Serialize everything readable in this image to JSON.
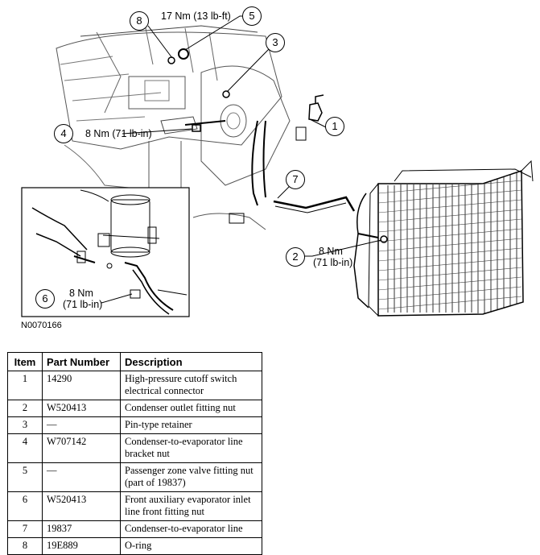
{
  "figure": {
    "id_label": "N0070166",
    "callouts": [
      {
        "key": "c1",
        "num": "1"
      },
      {
        "key": "c2",
        "num": "2"
      },
      {
        "key": "c3",
        "num": "3"
      },
      {
        "key": "c4",
        "num": "4"
      },
      {
        "key": "c5",
        "num": "5"
      },
      {
        "key": "c6",
        "num": "6"
      },
      {
        "key": "c7",
        "num": "7"
      },
      {
        "key": "c8",
        "num": "8"
      }
    ],
    "torques": {
      "t5": "17 Nm (13 lb-ft)",
      "t4": "8 Nm (71 lb-in)",
      "t2_line1": "8 Nm",
      "t2_line2": "(71 lb-in)",
      "t6_line1": "8 Nm",
      "t6_line2": "(71 lb-in)"
    }
  },
  "table": {
    "headers": {
      "item": "Item",
      "part": "Part Number",
      "desc": "Description"
    },
    "rows": [
      {
        "item": "1",
        "part": "14290",
        "desc": "High-pressure cutoff switch electrical connector"
      },
      {
        "item": "2",
        "part": "W520413",
        "desc": "Condenser outlet fitting nut"
      },
      {
        "item": "3",
        "part": "—",
        "desc": "Pin-type retainer"
      },
      {
        "item": "4",
        "part": "W707142",
        "desc": "Condenser-to-evaporator line bracket nut"
      },
      {
        "item": "5",
        "part": "—",
        "desc": "Passenger zone valve fitting nut (part of 19837)"
      },
      {
        "item": "6",
        "part": "W520413",
        "desc": "Front auxiliary evaporator inlet line front fitting nut"
      },
      {
        "item": "7",
        "part": "19837",
        "desc": "Condenser-to-evaporator line"
      },
      {
        "item": "8",
        "part": "19E889",
        "desc": "O-ring"
      }
    ]
  }
}
